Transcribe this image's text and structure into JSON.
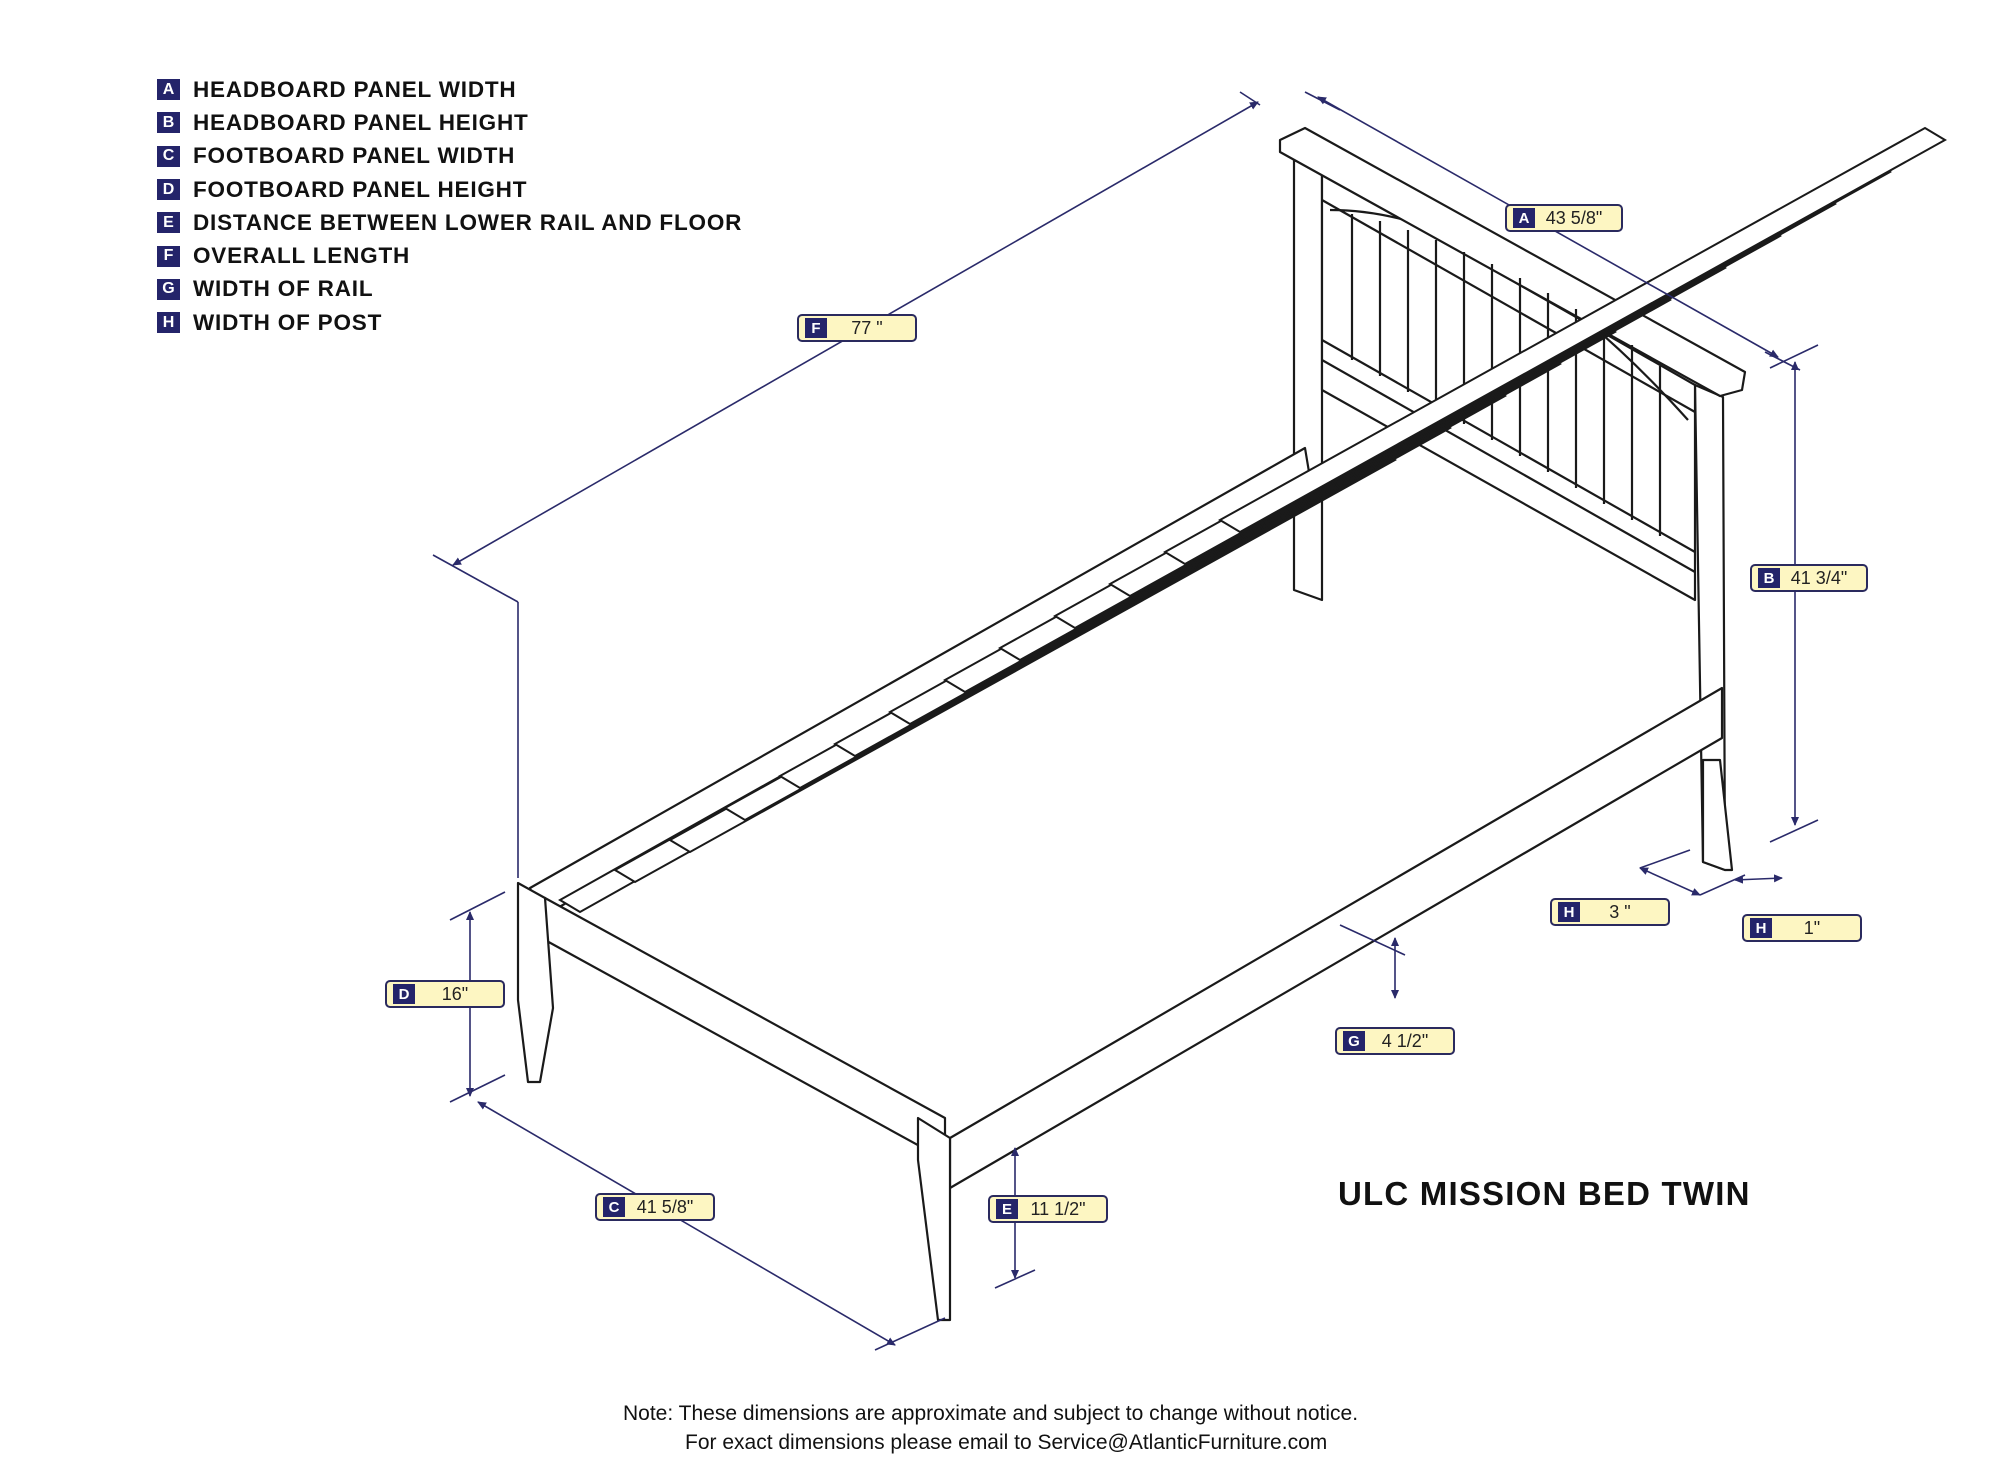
{
  "legend": [
    {
      "letter": "A",
      "label": "HEADBOARD PANEL WIDTH"
    },
    {
      "letter": "B",
      "label": "HEADBOARD PANEL HEIGHT"
    },
    {
      "letter": "C",
      "label": "FOOTBOARD PANEL WIDTH"
    },
    {
      "letter": "D",
      "label": "FOOTBOARD PANEL HEIGHT"
    },
    {
      "letter": "E",
      "label": "DISTANCE BETWEEN LOWER RAIL AND FLOOR"
    },
    {
      "letter": "F",
      "label": "OVERALL LENGTH"
    },
    {
      "letter": "G",
      "label": "WIDTH OF RAIL"
    },
    {
      "letter": "H",
      "label": "WIDTH OF POST"
    }
  ],
  "dimensions": {
    "A": {
      "letter": "A",
      "value": "43 5/8\""
    },
    "B": {
      "letter": "B",
      "value": "41 3/4\""
    },
    "C": {
      "letter": "C",
      "value": "41 5/8\""
    },
    "D": {
      "letter": "D",
      "value": "16\""
    },
    "E": {
      "letter": "E",
      "value": "11 1/2\""
    },
    "F": {
      "letter": "F",
      "value": "77 \""
    },
    "G": {
      "letter": "G",
      "value": "4 1/2\""
    },
    "H1": {
      "letter": "H",
      "value": "3 \""
    },
    "H2": {
      "letter": "H",
      "value": "1\""
    }
  },
  "model_title": "ULC MISSION BED TWIN",
  "note": {
    "line1": "Note:  These dimensions are approximate and subject to change without notice.",
    "line2": "For exact dimensions please email to Service@AtlanticFurniture.com"
  },
  "colors": {
    "badge": "#24246a",
    "tag_fill": "#fdf6c2",
    "dimension_line": "#2a2a6a",
    "drawing_line": "#1a1a1a"
  }
}
